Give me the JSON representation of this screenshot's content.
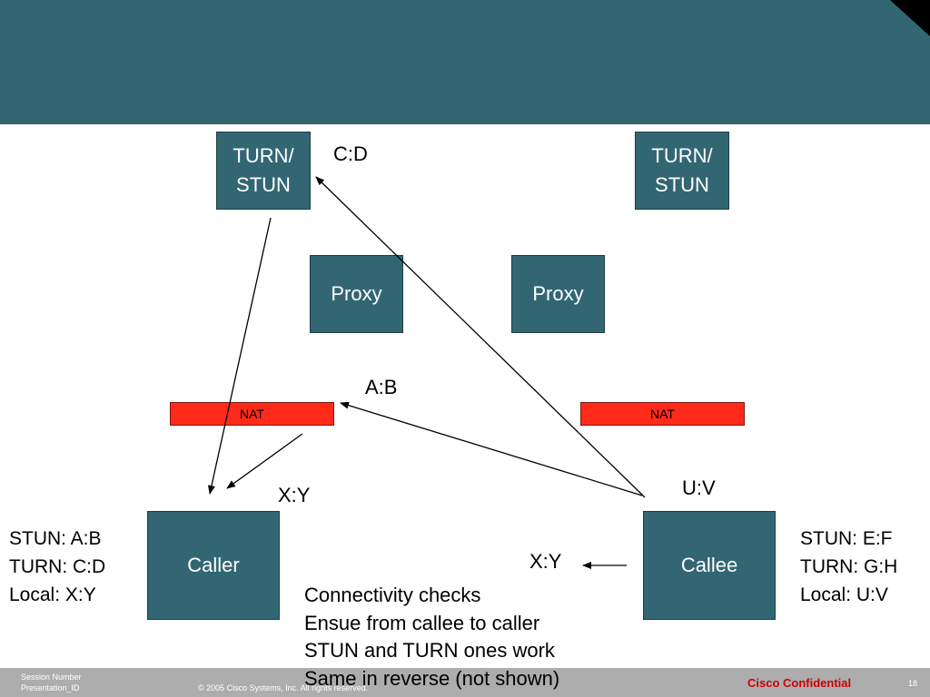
{
  "boxes": {
    "turn_left": "TURN/\nSTUN",
    "turn_right": "TURN/\nSTUN",
    "proxy_left": "Proxy",
    "proxy_right": "Proxy",
    "caller": "Caller",
    "callee": "Callee"
  },
  "nat": {
    "left": "NAT",
    "right": "NAT"
  },
  "addresses": {
    "cd": "C:D",
    "ab": "A:B",
    "xy_caller": "X:Y",
    "uv": "U:V",
    "xy_callee": "X:Y"
  },
  "caller_info": "STUN: A:B\nTURN: C:D\nLocal: X:Y",
  "callee_info": "STUN: E:F\nTURN: G:H\nLocal: U:V",
  "notes": "Connectivity checks\nEnsue from callee to caller\nSTUN and TURN ones work\nSame in reverse (not shown)",
  "footer": {
    "session_number": "Session Number",
    "presentation_id": "Presentation_ID",
    "copyright": "© 2005 Cisco Systems, Inc. All rights reserved.",
    "confidential": "Cisco Confidential",
    "page_number": "18"
  },
  "colors": {
    "box": "#336673",
    "nat": "#ff2a1a",
    "footer": "#adadad",
    "confidential": "#cc0000"
  }
}
